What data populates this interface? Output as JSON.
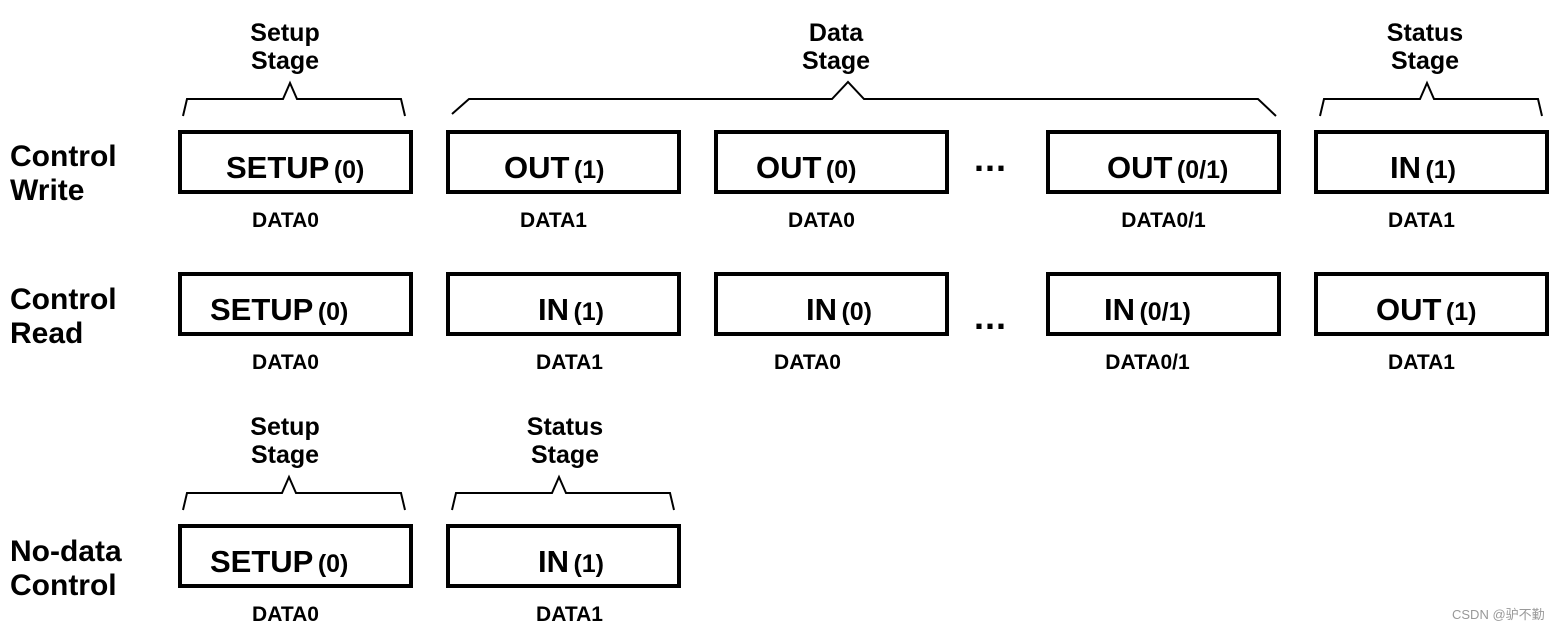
{
  "rows": [
    {
      "label": "Control\nWrite",
      "packets": [
        {
          "token": "SETUP",
          "arg": "(0)",
          "data": "DATA0"
        },
        {
          "token": "OUT",
          "arg": "(1)",
          "data": "DATA1"
        },
        {
          "token": "OUT",
          "arg": "(0)",
          "data": "DATA0"
        },
        {
          "token": "OUT",
          "arg": "(0/1)",
          "data": "DATA0/1"
        },
        {
          "token": "IN",
          "arg": "(1)",
          "data": "DATA1"
        }
      ],
      "ellipsis": "..."
    },
    {
      "label": "Control\nRead",
      "packets": [
        {
          "token": "SETUP",
          "arg": "(0)",
          "data": "DATA0"
        },
        {
          "token": "IN",
          "arg": "(1)",
          "data": "DATA1"
        },
        {
          "token": "IN",
          "arg": "(0)",
          "data": "DATA0"
        },
        {
          "token": "IN",
          "arg": "(0/1)",
          "data": "DATA0/1"
        },
        {
          "token": "OUT",
          "arg": "(1)",
          "data": "DATA1"
        }
      ],
      "ellipsis": "..."
    },
    {
      "label": "No-data\nControl",
      "packets": [
        {
          "token": "SETUP",
          "arg": "(0)",
          "data": "DATA0"
        },
        {
          "token": "IN",
          "arg": "(1)",
          "data": "DATA1"
        }
      ]
    }
  ],
  "stages_top": {
    "setup": "Setup\nStage",
    "data": "Data\nStage",
    "status": "Status\nStage"
  },
  "stages_bottom": {
    "setup": "Setup\nStage",
    "status": "Status\nStage"
  },
  "watermark": "CSDN @驴不勤"
}
